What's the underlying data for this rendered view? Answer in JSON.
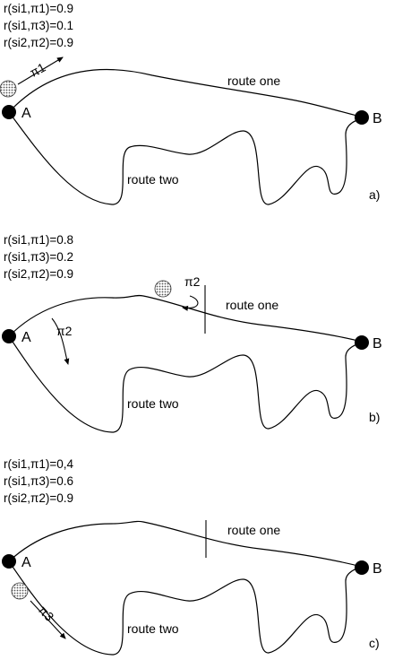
{
  "panels": [
    {
      "id": "a",
      "values": [
        "r(si1,π1)=0.9",
        "r(si1,π3)=0.1",
        "r(si2,π2)=0.9"
      ],
      "point_a": "A",
      "point_b": "B",
      "route_one": "route one",
      "route_two": "route two",
      "policy": "π1",
      "caption": "a)"
    },
    {
      "id": "b",
      "values": [
        "r(si1,π1)=0.8",
        "r(si1,π3)=0.2",
        "r(si2,π2)=0.9"
      ],
      "point_a": "A",
      "point_b": "B",
      "route_one": "route one",
      "route_two": "route two",
      "policy_top": "π2",
      "policy_left": "π2",
      "caption": "b)"
    },
    {
      "id": "c",
      "values": [
        "r(si1,π1)=0,4",
        "r(si1,π3)=0.6",
        "r(si2,π2)=0.9"
      ],
      "point_a": "A",
      "point_b": "B",
      "route_one": "route one",
      "route_two": "route two",
      "policy": "π3",
      "caption": "c)"
    }
  ],
  "colors": {
    "line": "#000000",
    "node": "#000000",
    "vehicle": "#9a9a9a"
  }
}
